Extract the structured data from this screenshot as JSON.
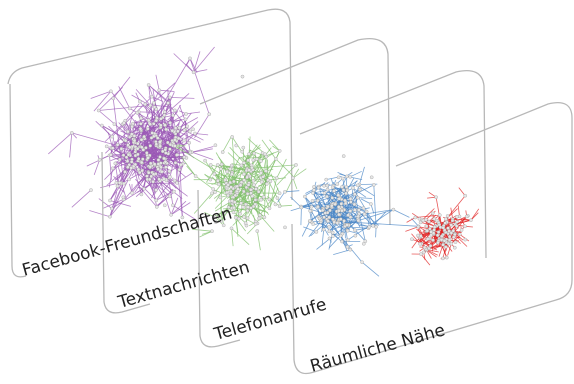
{
  "layers": [
    {
      "id": "facebook",
      "label": "Facebook-Freundschaften",
      "color": "#9b59b6"
    },
    {
      "id": "sms",
      "label": "Textnachrichten",
      "color": "#7fbf6a"
    },
    {
      "id": "calls",
      "label": "Telefonanrufe",
      "color": "#4a86c5"
    },
    {
      "id": "proximity",
      "label": "Räumliche Nähe",
      "color": "#e02020"
    }
  ]
}
